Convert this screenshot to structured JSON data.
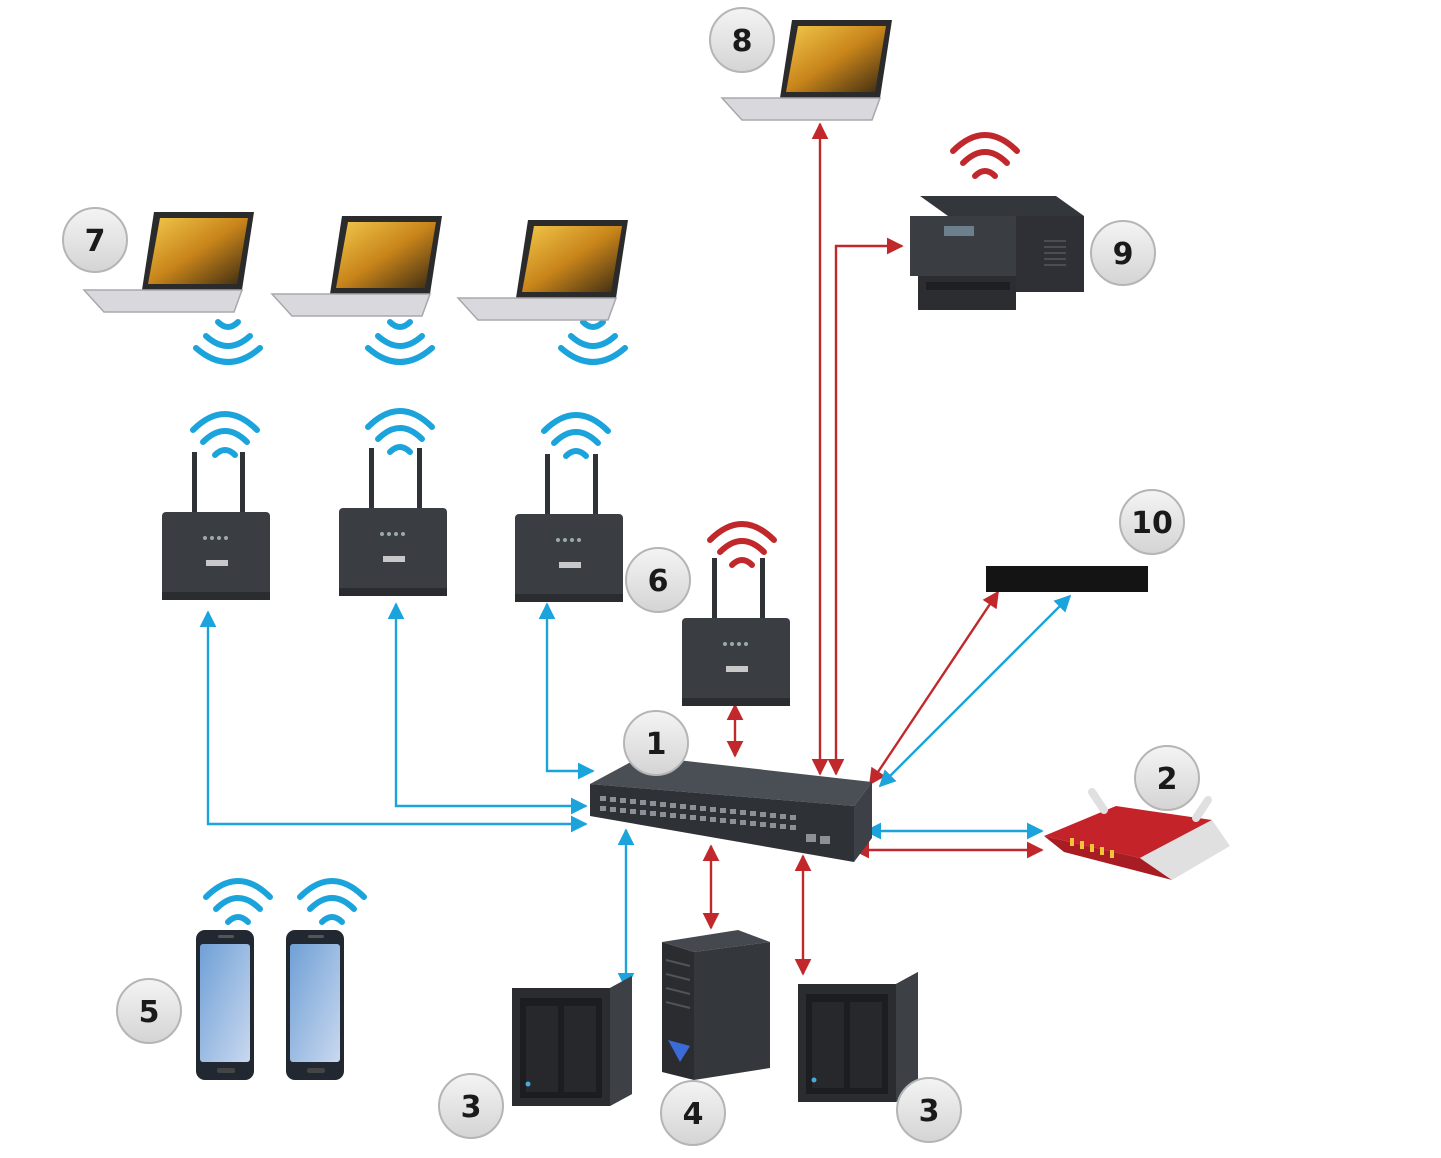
{
  "colors": {
    "lan": "#c0282b",
    "wifi": "#1ba3dc",
    "device_dark": "#3a3d42",
    "router_red": "#c4232a",
    "screen_gold": "#d9a21e",
    "badge_fill": "#e6e6e6",
    "badge_stroke": "#b5b5b5"
  },
  "badges": {
    "switch": "1",
    "router": "2",
    "nas_left": "3",
    "nas_right": "3",
    "pc": "4",
    "phones": "5",
    "ap_main": "6",
    "laptops_wifi": "7",
    "laptop_wired": "8",
    "printer": "9",
    "bar_device": "10"
  },
  "icons": {
    "switch": "network-switch-icon",
    "router": "router-icon",
    "nas": "nas-icon",
    "pc": "desktop-tower-icon",
    "phone": "smartphone-icon",
    "access_point": "access-point-icon",
    "laptop": "laptop-icon",
    "printer": "printer-icon",
    "bar_device": "rack-device-icon",
    "wifi": "wifi-signal-icon"
  }
}
